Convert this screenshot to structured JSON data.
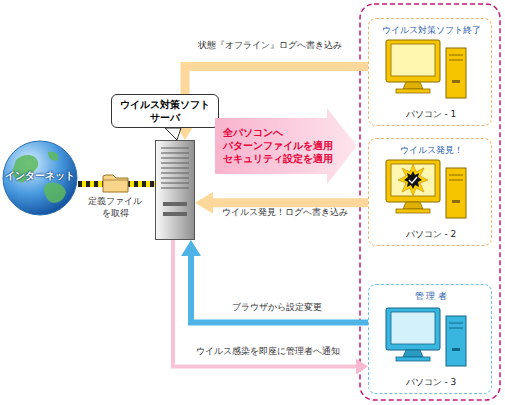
{
  "diagram": {
    "nodes": [
      {
        "text": [
          "インターネット"
        ]
      },
      {
        "text": [
          "ウイルス対策ソフト サーバ"
        ]
      },
      {
        "text": [
          "全パソコンへ パターンファイルを適用 セキュリティ設定を適用"
        ]
      },
      {
        "text": [
          "ウイルス対策ソフト終了",
          "パソコン - 1"
        ]
      },
      {
        "text": [
          "ウイルス発見！",
          "パソコン - 2"
        ]
      },
      {
        "text": [
          "管 理 者",
          "パソコン - 3"
        ]
      }
    ],
    "edges": [
      {
        "from": 0,
        "to": 1,
        "arrow": "none",
        "label": "定義ファイル を取得"
      },
      {
        "from": 3,
        "to": 1,
        "arrow": "to",
        "label": "状態『オフライン』ログへ書き込み"
      },
      {
        "from": 4,
        "to": 1,
        "arrow": "to",
        "label": "ウイルス発見！ログへ書き込み"
      },
      {
        "from": 5,
        "to": 1,
        "arrow": "to",
        "label": "ブラウザから設定変更"
      },
      {
        "from": 1,
        "to": 5,
        "arrow": "to",
        "label": "ウイルス感染を即座に管理者へ通知"
      }
    ]
  }
}
